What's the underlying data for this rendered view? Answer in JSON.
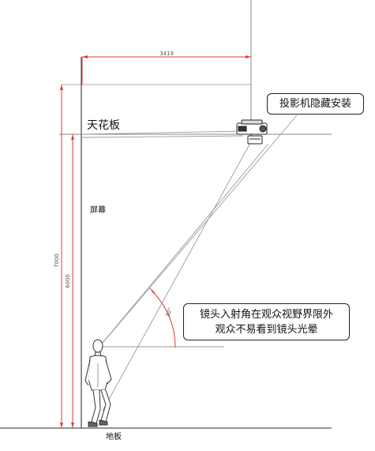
{
  "labels": {
    "ceiling": "天花板",
    "screen": "屏幕",
    "floor": "地板"
  },
  "dimensions": {
    "top_width": "3419",
    "total_height": "7000",
    "screen_height": "6000",
    "angle": "30°"
  },
  "callouts": {
    "projector": "投影机隐藏安装",
    "lens_line1": "镜头入射角在观众视野界限外",
    "lens_line2": "观众不易看到镜头光晕"
  },
  "colors": {
    "dimension_red": "#e23a3a",
    "line_gray": "#9a9a9a",
    "line_dark": "#555555"
  },
  "icons": {
    "projector": "projector-icon",
    "viewer": "standing-person-icon"
  }
}
